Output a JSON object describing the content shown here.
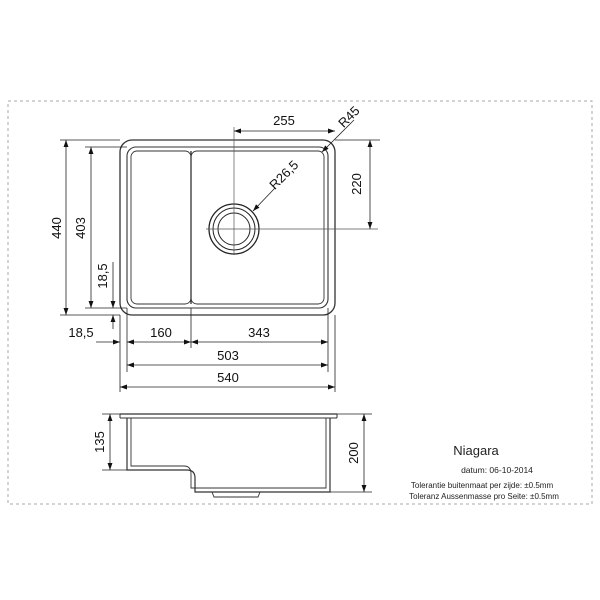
{
  "drawing": {
    "title": "Niagara",
    "date": "datum: 06-10-2014",
    "tolerance_nl": "Tolerantie buitenmaat per zijde: ±0.5mm",
    "tolerance_de": "Toleranz Aussenmasse pro Seite: ±0.5mm"
  },
  "dimensions": {
    "top_width": "255",
    "corner_radius": "R45",
    "drain_radius": "R26,5",
    "right_height": "220",
    "total_height": "440",
    "inner_height": "403",
    "left_offset": "18,5",
    "bottom_offset": "18,5",
    "small_bowl_width": "160",
    "main_bowl_width": "343",
    "inner_width": "503",
    "total_width": "540",
    "side_height_small": "135",
    "side_height_main": "200"
  }
}
